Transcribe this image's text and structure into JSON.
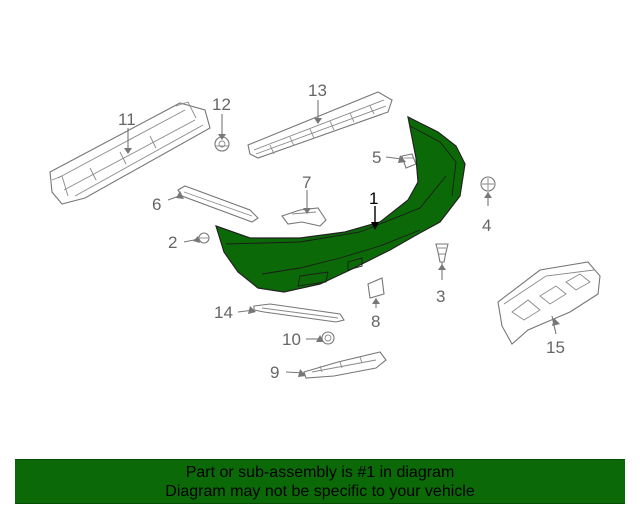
{
  "diagram": {
    "highlight_color": "#0b6a07",
    "callouts": [
      "1",
      "2",
      "3",
      "4",
      "5",
      "6",
      "7",
      "8",
      "9",
      "10",
      "11",
      "12",
      "13",
      "14",
      "15"
    ],
    "highlighted_part": "1"
  },
  "banner": {
    "line1": "Part or sub-assembly is #1 in diagram",
    "line2": "Diagram may not be specific to your vehicle",
    "background": "#0b6a07"
  }
}
